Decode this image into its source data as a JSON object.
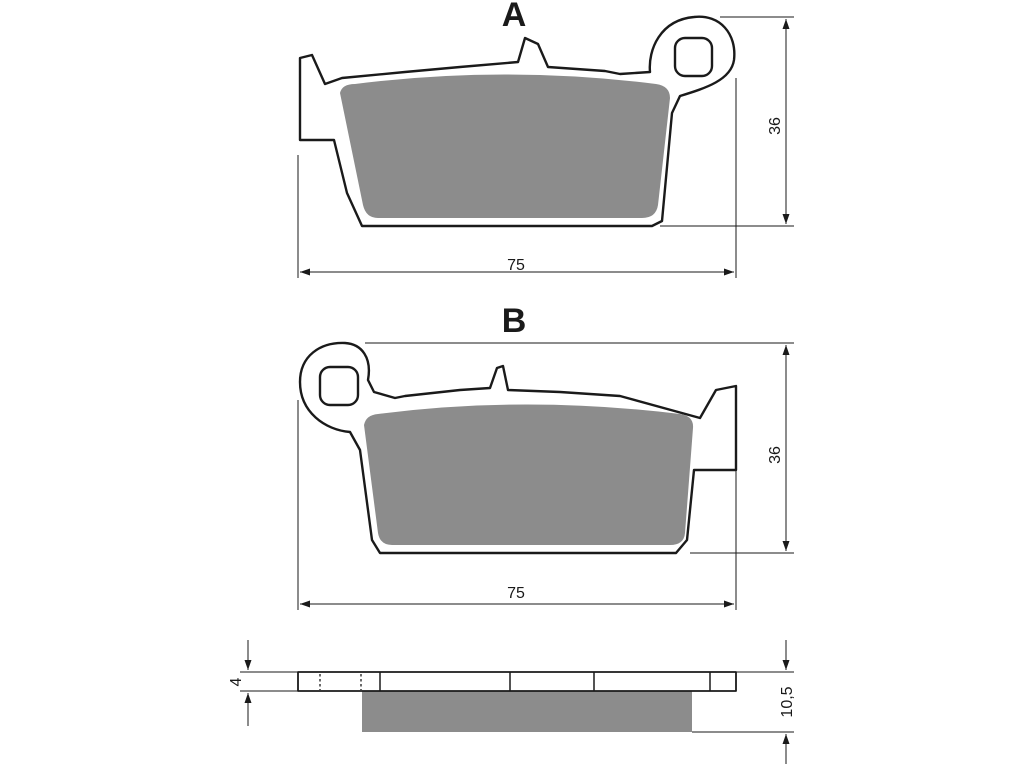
{
  "views": {
    "a": {
      "label": "A",
      "width": "75",
      "height": "36"
    },
    "b": {
      "label": "B",
      "width": "75",
      "height": "36"
    }
  },
  "side_view": {
    "backing_thickness": "4",
    "total_thickness": "10,5"
  },
  "colors": {
    "outline": "#1a1a1a",
    "friction_material": "#8c8c8c",
    "background": "#ffffff"
  }
}
